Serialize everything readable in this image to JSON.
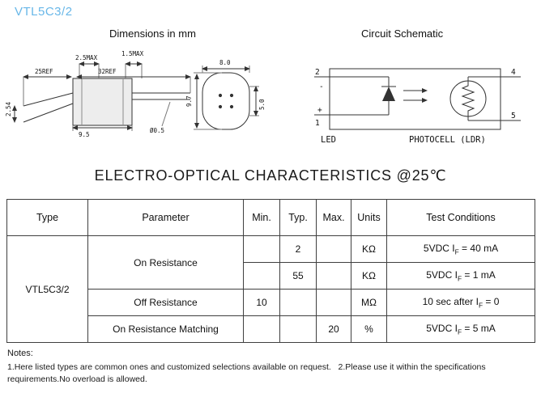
{
  "page": {
    "title": "VTL5C3/2",
    "accent_color": "#68b7e8"
  },
  "dimensions": {
    "heading": "Dimensions in mm",
    "labels": {
      "lead_gap_top_left": "2.5MAX",
      "lead_gap_top_right": "1.5MAX",
      "left_lead_length": "25REF",
      "right_lead_length": "32REF",
      "body_length": "9.5",
      "lead_pitch": "2.54",
      "lead_diameter": "Ø0.5",
      "face_width": "8.0",
      "face_height": "9.7",
      "flat_width": "5.0"
    }
  },
  "schematic": {
    "heading": "Circuit Schematic",
    "pin_top_left": "2",
    "pin_bottom_left": "1",
    "pin_top_right": "4",
    "pin_bottom_right": "5",
    "minus_sign": "-",
    "plus_sign": "+",
    "led_label": "LED",
    "photocell_label": "PHOTOCELL (LDR)"
  },
  "characteristics": {
    "heading": "ELECTRO-OPTICAL CHARACTERISTICS @25℃",
    "headers": [
      "Type",
      "Parameter",
      "Min.",
      "Typ.",
      "Max.",
      "Units",
      "Test Conditions"
    ],
    "type_label": "VTL5C3/2",
    "parameters": {
      "on_resistance": "On Resistance",
      "off_resistance": "Off Resistance",
      "on_resistance_matching": "On Resistance Matching"
    },
    "rows": [
      {
        "min": "",
        "typ": "2",
        "max": "",
        "units": "KΩ",
        "test": {
          "pre": "5VDC I",
          "sub": "F",
          "post": " = 40 mA"
        }
      },
      {
        "min": "",
        "typ": "55",
        "max": "",
        "units": "KΩ",
        "test": {
          "pre": "5VDC I",
          "sub": "F",
          "post": " = 1 mA"
        }
      },
      {
        "min": "10",
        "typ": "",
        "max": "",
        "units": "MΩ",
        "test": {
          "pre": "10 sec after I",
          "sub": "F",
          "post": " = 0"
        }
      },
      {
        "min": "",
        "typ": "",
        "max": "20",
        "units": "%",
        "test": {
          "pre": "5VDC I",
          "sub": "F",
          "post": " = 5 mA"
        }
      }
    ]
  },
  "notes": {
    "label": "Notes:",
    "body": "1.Here listed types are common ones and customized selections available on request.   2.Please use it within the specifications requirements.No overload is allowed."
  }
}
